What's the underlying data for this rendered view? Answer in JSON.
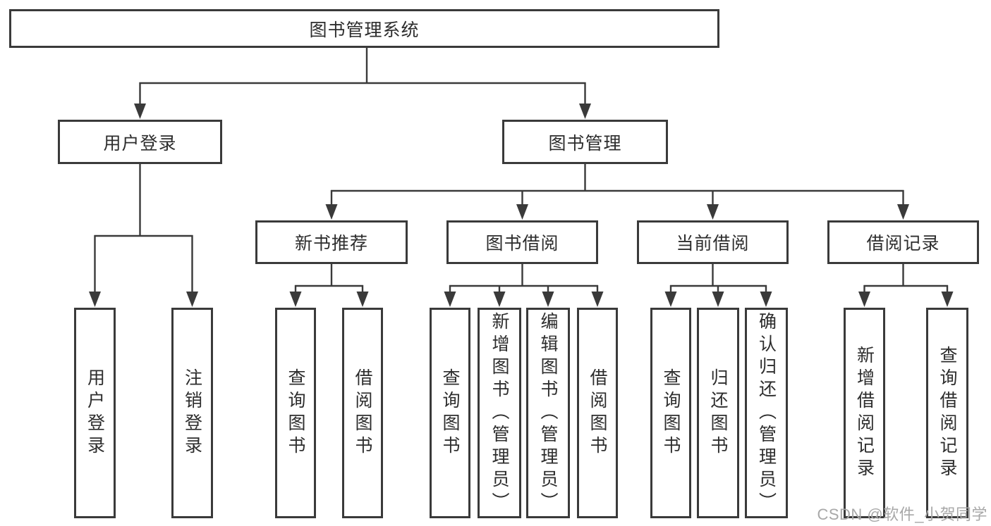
{
  "tree": {
    "root": {
      "label": "图书管理系统"
    },
    "user_login": {
      "label": "用户登录",
      "children": [
        {
          "label": "用户登录"
        },
        {
          "label": "注销登录"
        }
      ]
    },
    "book_mgmt": {
      "label": "图书管理",
      "groups": [
        {
          "label": "新书推荐",
          "children": [
            {
              "label": "查询图书"
            },
            {
              "label": "借阅图书"
            }
          ]
        },
        {
          "label": "图书借阅",
          "children": [
            {
              "label": "查询图书"
            },
            {
              "label": "新增图书（管理员）"
            },
            {
              "label": "编辑图书（管理员）"
            },
            {
              "label": "借阅图书"
            }
          ]
        },
        {
          "label": "当前借阅",
          "children": [
            {
              "label": "查询图书"
            },
            {
              "label": "归还图书"
            },
            {
              "label": "确认归还（管理员）"
            }
          ]
        },
        {
          "label": "借阅记录",
          "children": [
            {
              "label": "新增借阅记录"
            },
            {
              "label": "查询借阅记录"
            }
          ]
        }
      ]
    }
  },
  "watermark": {
    "text": "CSDN @软件_小贺同学"
  },
  "colors": {
    "line": "#3a3a3a",
    "border": "#3a3a3a",
    "text": "#2d2d2d",
    "watermark": "#a8a8a8",
    "background": "#ffffff"
  }
}
